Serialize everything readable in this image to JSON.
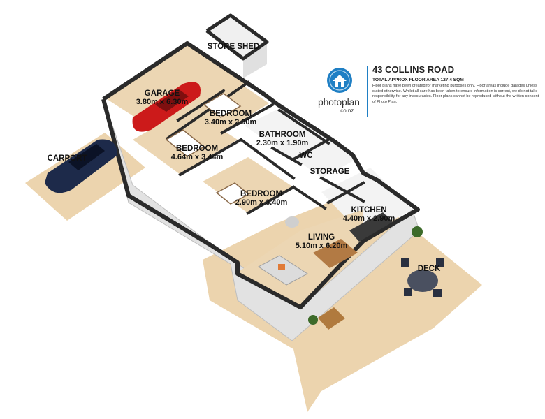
{
  "property": {
    "address": "43 COLLINS ROAD",
    "total_area": "TOTAL APPROX FLOOR AREA 127.4 SQM",
    "disclaimer": "Floor plans have been created for marketing purposes only. Floor areas include garages unless stated otherwise. Whilst all care has been taken to ensure information is correct, we do not take responsibility for any inaccuracies. Floor plans cannot be reproduced without the written consent of Photo Plan."
  },
  "brand": {
    "name": "photoplan",
    "domain": ".co.nz",
    "logo_icon": "house-icon",
    "accent_color": "#1f7fc4"
  },
  "colors": {
    "wall": "#2a2a2a",
    "floor_wood": "#ecd6b3",
    "floor_tile": "#f3f3f3",
    "exterior_wall": "#e4e4e4",
    "ground": "#ecd4ae"
  },
  "rooms": [
    {
      "name": "STORE SHED",
      "dimensions": ""
    },
    {
      "name": "GARAGE",
      "dimensions": "3.80m x 6.30m"
    },
    {
      "name": "BEDROOM",
      "dimensions": "3.40m x 2.90m"
    },
    {
      "name": "BATHROOM",
      "dimensions": "2.30m x 1.90m"
    },
    {
      "name": "BEDROOM",
      "dimensions": "4.64m x 3.44m"
    },
    {
      "name": "WC",
      "dimensions": ""
    },
    {
      "name": "STORAGE",
      "dimensions": ""
    },
    {
      "name": "BEDROOM",
      "dimensions": "2.90m x 3.40m"
    },
    {
      "name": "KITCHEN",
      "dimensions": "4.40m x 2.90m"
    },
    {
      "name": "LIVING",
      "dimensions": "5.10m x 6.20m"
    }
  ],
  "outdoor": [
    {
      "name": "CARPORT"
    },
    {
      "name": "DECK"
    }
  ]
}
